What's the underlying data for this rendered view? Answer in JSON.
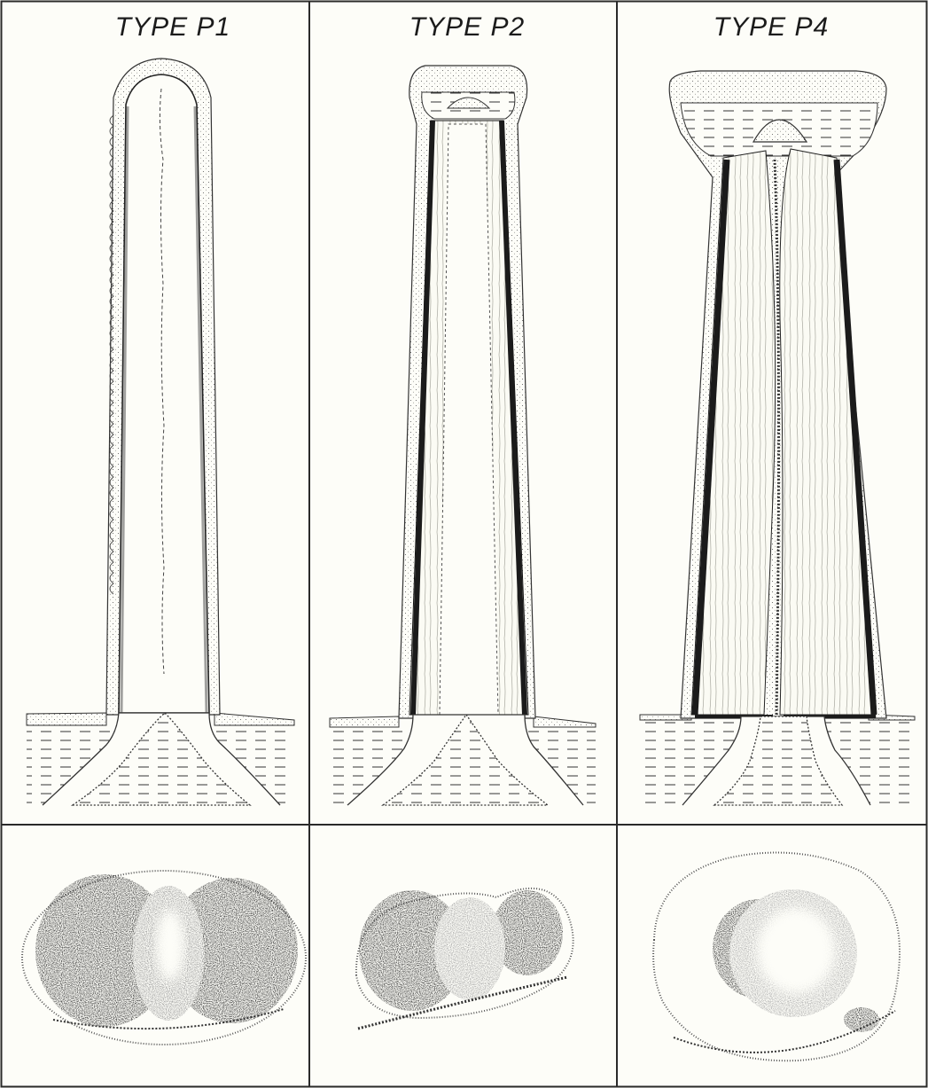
{
  "panels": [
    {
      "id": "p1",
      "title": "TYPE P1"
    },
    {
      "id": "p2",
      "title": "TYPE P2"
    },
    {
      "id": "p4",
      "title": "TYPE P4"
    }
  ],
  "colors": {
    "ink": "#1b1b1b",
    "paper": "#fdfdf8",
    "frame": "#2a2a2a"
  }
}
